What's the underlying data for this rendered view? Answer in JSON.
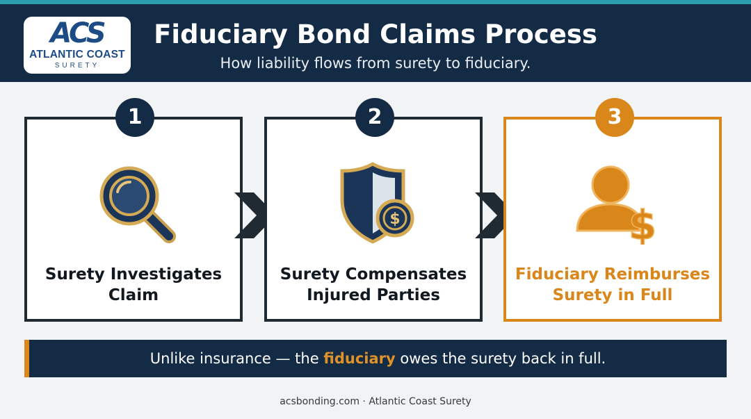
{
  "logo": {
    "mark": "ACS",
    "name": "ATLANTIC COAST",
    "sub": "SURETY"
  },
  "header": {
    "title": "Fiduciary Bond Claims Process",
    "subtitle": "How liability flows from surety to fiduciary."
  },
  "steps": [
    {
      "number": "1",
      "line1": "Surety Investigates",
      "line2": "Claim",
      "icon": "magnifying-glass-icon"
    },
    {
      "number": "2",
      "line1": "Surety Compensates",
      "line2": "Injured Parties",
      "icon": "shield-dollar-icon"
    },
    {
      "number": "3",
      "line1": "Fiduciary Reimburses",
      "line2": "Surety in Full",
      "icon": "person-dollar-icon"
    }
  ],
  "banner": {
    "before": "Unlike insurance — the ",
    "highlight": "fiduciary",
    "after": " owes the surety back in full."
  },
  "footer": {
    "text": "acsbonding.com · Atlantic Coast Surety"
  },
  "colors": {
    "navy": "#142b45",
    "accent": "#d9861a",
    "gold": "#e0b25c",
    "strip": "#2c9db1"
  }
}
